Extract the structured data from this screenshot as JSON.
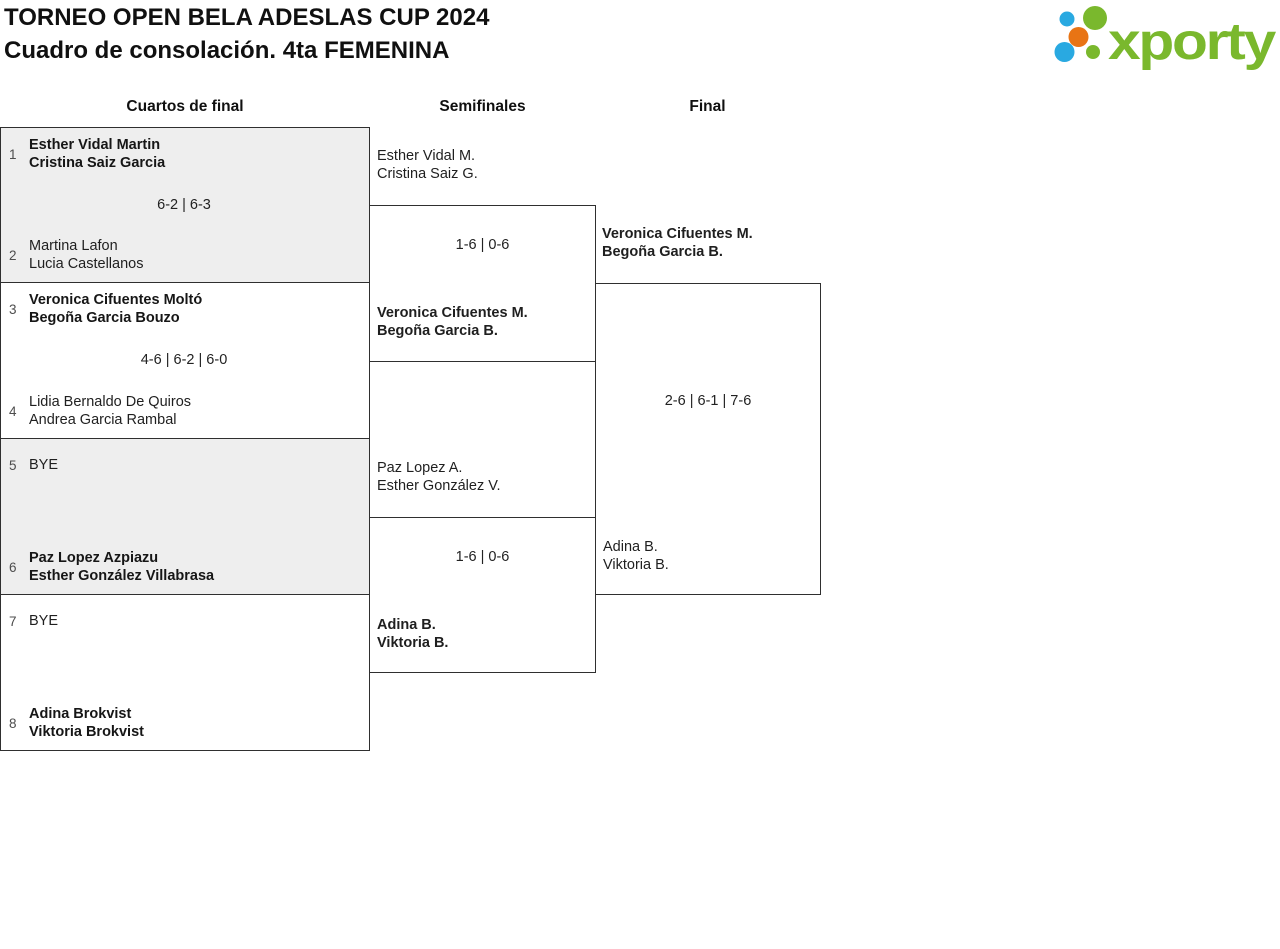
{
  "header": {
    "title_line1": "TORNEO OPEN BELA ADESLAS CUP 2024",
    "title_line2": "Cuadro de consolación. 4ta FEMENINA",
    "logo": {
      "text": "xporty",
      "green": "#7ab82d",
      "blue": "#29a9e1",
      "orange": "#e87414"
    }
  },
  "rounds": {
    "r1": "Cuartos de final",
    "r2": "Semifinales",
    "r3": "Final"
  },
  "qf": [
    {
      "top": {
        "seed": "1",
        "lines": [
          "Esther Vidal Martin",
          "Cristina Saiz Garcia"
        ],
        "winner": true
      },
      "score": "6-2 | 6-3",
      "bottom": {
        "seed": "2",
        "lines": [
          "Martina Lafon",
          "Lucia Castellanos"
        ],
        "winner": false
      }
    },
    {
      "top": {
        "seed": "3",
        "lines": [
          "Veronica Cifuentes Moltó",
          "Begoña Garcia Bouzo"
        ],
        "winner": true
      },
      "score": "4-6 | 6-2 | 6-0",
      "bottom": {
        "seed": "4",
        "lines": [
          "Lidia Bernaldo De Quiros",
          "Andrea Garcia Rambal"
        ],
        "winner": false
      }
    },
    {
      "top": {
        "seed": "5",
        "lines": [
          "BYE"
        ],
        "winner": false
      },
      "score": "",
      "bottom": {
        "seed": "6",
        "lines": [
          "Paz Lopez Azpiazu",
          "Esther González Villabrasa"
        ],
        "winner": true
      }
    },
    {
      "top": {
        "seed": "7",
        "lines": [
          "BYE"
        ],
        "winner": false
      },
      "score": "",
      "bottom": {
        "seed": "8",
        "lines": [
          "Adina Brokvist",
          "Viktoria Brokvist"
        ],
        "winner": true
      }
    }
  ],
  "sf": [
    {
      "top": {
        "lines": [
          "Esther Vidal M.",
          "Cristina Saiz G."
        ],
        "winner": false
      },
      "score": "1-6 | 0-6",
      "bottom": {
        "lines": [
          "Veronica Cifuentes M.",
          "Begoña Garcia B."
        ],
        "winner": true
      }
    },
    {
      "top": {
        "lines": [
          "Paz Lopez A.",
          "Esther González V."
        ],
        "winner": false
      },
      "score": "1-6 | 0-6",
      "bottom": {
        "lines": [
          "Adina B.",
          "Viktoria B."
        ],
        "winner": true
      }
    }
  ],
  "final": {
    "top": {
      "lines": [
        "Veronica Cifuentes M.",
        "Begoña Garcia B."
      ],
      "winner": true
    },
    "score": "2-6 | 6-1 | 7-6",
    "bottom": {
      "lines": [
        "Adina B.",
        "Viktoria B."
      ],
      "winner": false
    }
  }
}
